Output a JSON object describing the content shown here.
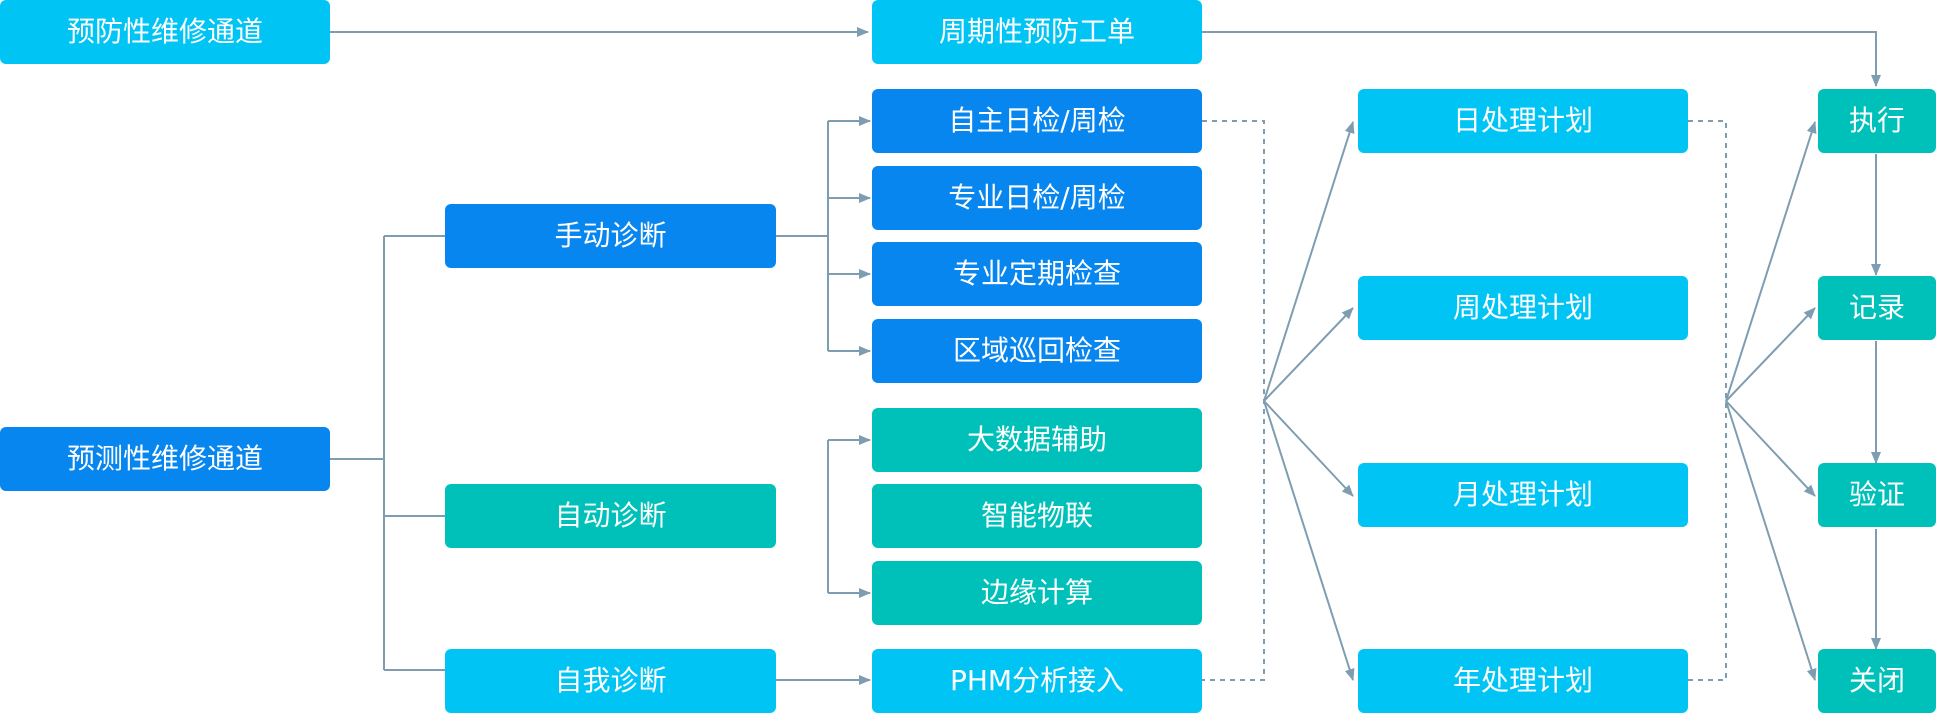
{
  "channels": {
    "preventive": "预防性维修通道",
    "predictive": "预测性维修通道"
  },
  "periodic_work_order": "周期性预防工单",
  "diagnosis": {
    "manual": "手动诊断",
    "automatic": "自动诊断",
    "self": "自我诊断"
  },
  "manual_items": [
    "自主日检/周检",
    "专业日检/周检",
    "专业定期检查",
    "区域巡回检查"
  ],
  "auto_items": [
    "大数据辅助",
    "智能物联",
    "边缘计算"
  ],
  "phm": "PHM分析接入",
  "plans": [
    "日处理计划",
    "周处理计划",
    "月处理计划",
    "年处理计划"
  ],
  "steps": [
    "执行",
    "记录",
    "验证",
    "关闭"
  ],
  "colors": {
    "cyan": "#00c5f4",
    "blue": "#0886ef",
    "teal": "#00c1b9",
    "line": "#7f9db1"
  }
}
